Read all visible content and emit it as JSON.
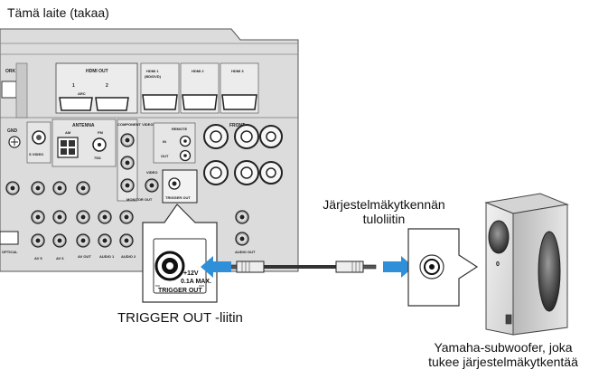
{
  "captions": {
    "device_back": "Tämä laite (takaa)",
    "trigger_out_jack": "TRIGGER OUT -liitin",
    "system_connector_line1": "Järjestelmäkytkennän",
    "system_connector_line2": "tuloliitin",
    "subwoofer_line1": "Yamaha-subwoofer, joka",
    "subwoofer_line2": "tukee järjestelmäkytkentää"
  },
  "panel_labels": {
    "hdmi_out": "HDMI OUT",
    "hdmi_out_1": "1",
    "hdmi_out_2": "2",
    "hdmi_out_arc": "ARC",
    "hdmi_1": "HDMI 1",
    "hdmi_1_sub": "(BD/DVD)",
    "hdmi_2": "HDMI 2",
    "hdmi_3": "HDMI 3",
    "network": "ORK",
    "antenna": "ANTENNA",
    "am": "AM",
    "fm": "FM",
    "fm_ohm": "75Ω",
    "gnd": "GND",
    "s_video": "S VIDEO",
    "component_video": "COMPONENT VIDEO",
    "remote": "REMOTE",
    "remote_in": "IN",
    "remote_out": "OUT",
    "video": "VIDEO",
    "monitor_out": "MONITOR OUT",
    "trigger_small": "TRIGGER OUT",
    "front": "FRONT",
    "optical": "OPTICAL",
    "av5": "AV 5",
    "av6": "AV 6",
    "av_out": "AV OUT",
    "audio1": "AUDIO 1",
    "audio2": "AUDIO 2",
    "audio_out": "AUDIO OUT"
  },
  "zoom_labels": {
    "voltage": "+12V",
    "current": "0.1A MAX.",
    "trigger_out": "TRIGGER OUT"
  },
  "subwoofer_badge": "0",
  "colors": {
    "arrow": "#2f8fd8",
    "panel": "#d9d9d9",
    "panel_stroke": "#555555"
  }
}
